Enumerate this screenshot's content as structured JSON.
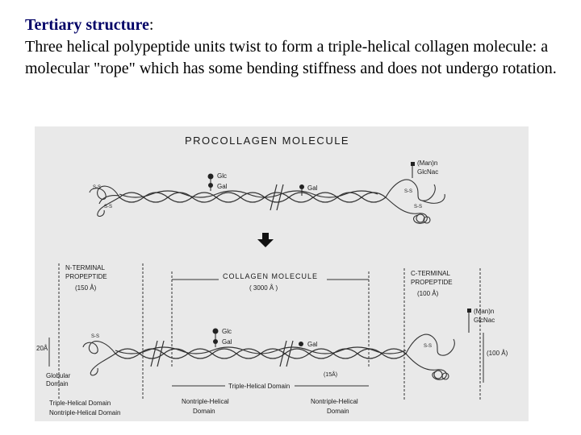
{
  "slide": {
    "heading": "Tertiary structure",
    "heading_suffix": ":",
    "body": "Three helical polypeptide units twist to form a triple-helical collagen molecule: a molecular \"rope\" which has some bending stiffness and does not undergo rotation."
  },
  "figure": {
    "title": "PROCOLLAGEN MOLECULE",
    "labels": {
      "glc": "Glc",
      "gal": "Gal",
      "man": "(Man)n",
      "glcnac": "GlcNac",
      "n_term": "N-TERMINAL",
      "n_prop": "PROPEPTIDE",
      "n_size": "(150 Å)",
      "collagen": "COLLAGEN MOLECULE",
      "collagen_size": "( 3000 Å )",
      "c_term": "C-TERMINAL",
      "c_prop": "PROPEPTIDE",
      "c_size": "(100 Å)",
      "man2": "(Man)n",
      "glcnac2": "GlcNac",
      "left_dim": "20Å",
      "right_dim": "(100 Å)",
      "small_dim": "(15Å)",
      "globular": "Globular",
      "domain": "Domain",
      "triple_helical_domain": "Triple-Helical Domain",
      "triple_helical_domain_left": "Triple-Helical Domain",
      "nontriple_left": "Nontriple-Helical Domain",
      "nontriple_mid": "Nontriple-Helical",
      "nontriple_mid2": "Domain",
      "nontriple_right": "Nontriple-Helical",
      "nontriple_right2": "Domain",
      "ss": "S-S"
    }
  }
}
